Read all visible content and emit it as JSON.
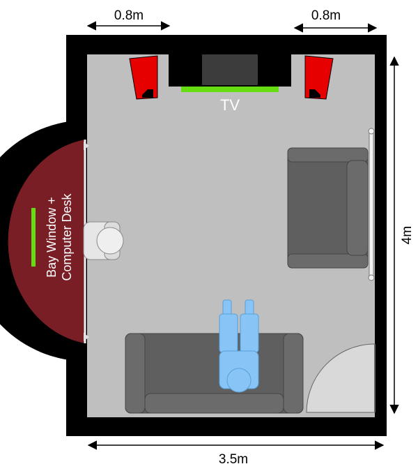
{
  "dimensions": {
    "top_left_width": "0.8m",
    "top_right_width": "0.8m",
    "room_height": "4m",
    "room_width": "3.5m"
  },
  "labels": {
    "tv": "TV",
    "bay_line1": "Bay Window +",
    "bay_line2": "Computer Desk"
  },
  "colors": {
    "wall": "#000000",
    "floor": "#bfbfbf",
    "speaker": "#e60000",
    "tv_bar": "#66dd11",
    "bay_window": "#7a1e26",
    "sofa": "#6b6b6b",
    "person": "#88c4f5",
    "chair": "#e6e6e6",
    "door": "#d9d9d9"
  }
}
